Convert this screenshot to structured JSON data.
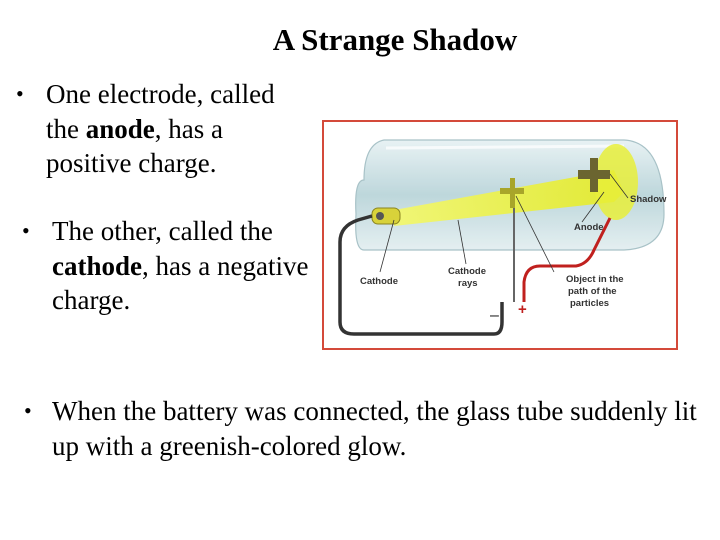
{
  "slide": {
    "title": "A Strange Shadow",
    "bullets": [
      {
        "parts": [
          "One electrode, called the ",
          "anode",
          ", has a positive charge."
        ]
      },
      {
        "parts": [
          "The other, called the ",
          "cathode",
          ", has a negative charge."
        ]
      },
      {
        "parts": [
          "When the battery was connected, the glass tube suddenly lit up with a greenish-colored glow."
        ]
      }
    ],
    "bullet_symbol": "•"
  },
  "diagram": {
    "labels": {
      "shadow": "Shadow",
      "anode": "Anode",
      "cathode": "Cathode",
      "cathode_rays_1": "Cathode",
      "cathode_rays_2": "rays",
      "object_1": "Object in the",
      "object_2": "path of the",
      "object_3": "particles",
      "minus": "–",
      "plus": "+"
    },
    "colors": {
      "frame": "#d44a3a",
      "beam": "#e8ef3a",
      "glass": "#bcd8dc",
      "negative_wire": "#333333",
      "positive_wire": "#c0201e"
    }
  }
}
